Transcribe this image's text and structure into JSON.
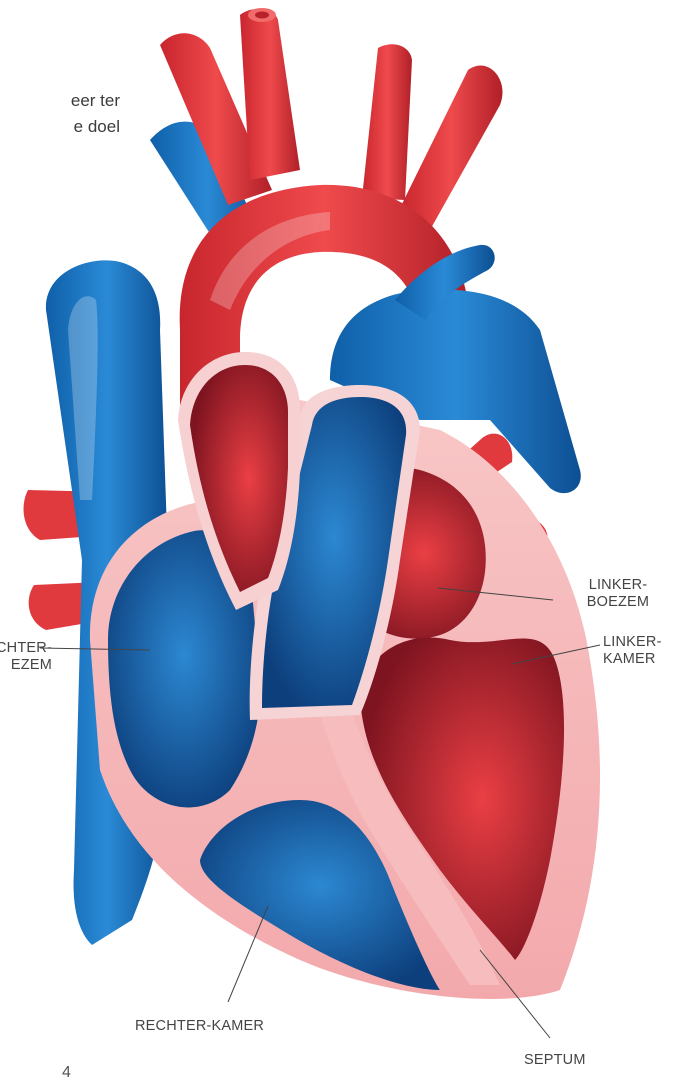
{
  "intro": {
    "line1": "eer ter",
    "line2": "e doel"
  },
  "labels": {
    "left_atrium": {
      "line1": "LINKER-",
      "line2": "BOEZEM"
    },
    "left_ventricle": {
      "line1": "LINKER-",
      "line2": "KAMER"
    },
    "right_atrium": {
      "line1": "CHTER-",
      "line2": "EZEM"
    },
    "right_ventricle": "RECHTER-KAMER",
    "septum": "SEPTUM"
  },
  "page_number": "4",
  "colors": {
    "oxygenated_red": "#e03a3e",
    "deoxygenated_blue": "#1a6fb8",
    "wall_pink": "#f5b7b9",
    "dark_red": "#8d1c25",
    "dark_blue": "#0f4a86",
    "leader_line": "#444444"
  }
}
